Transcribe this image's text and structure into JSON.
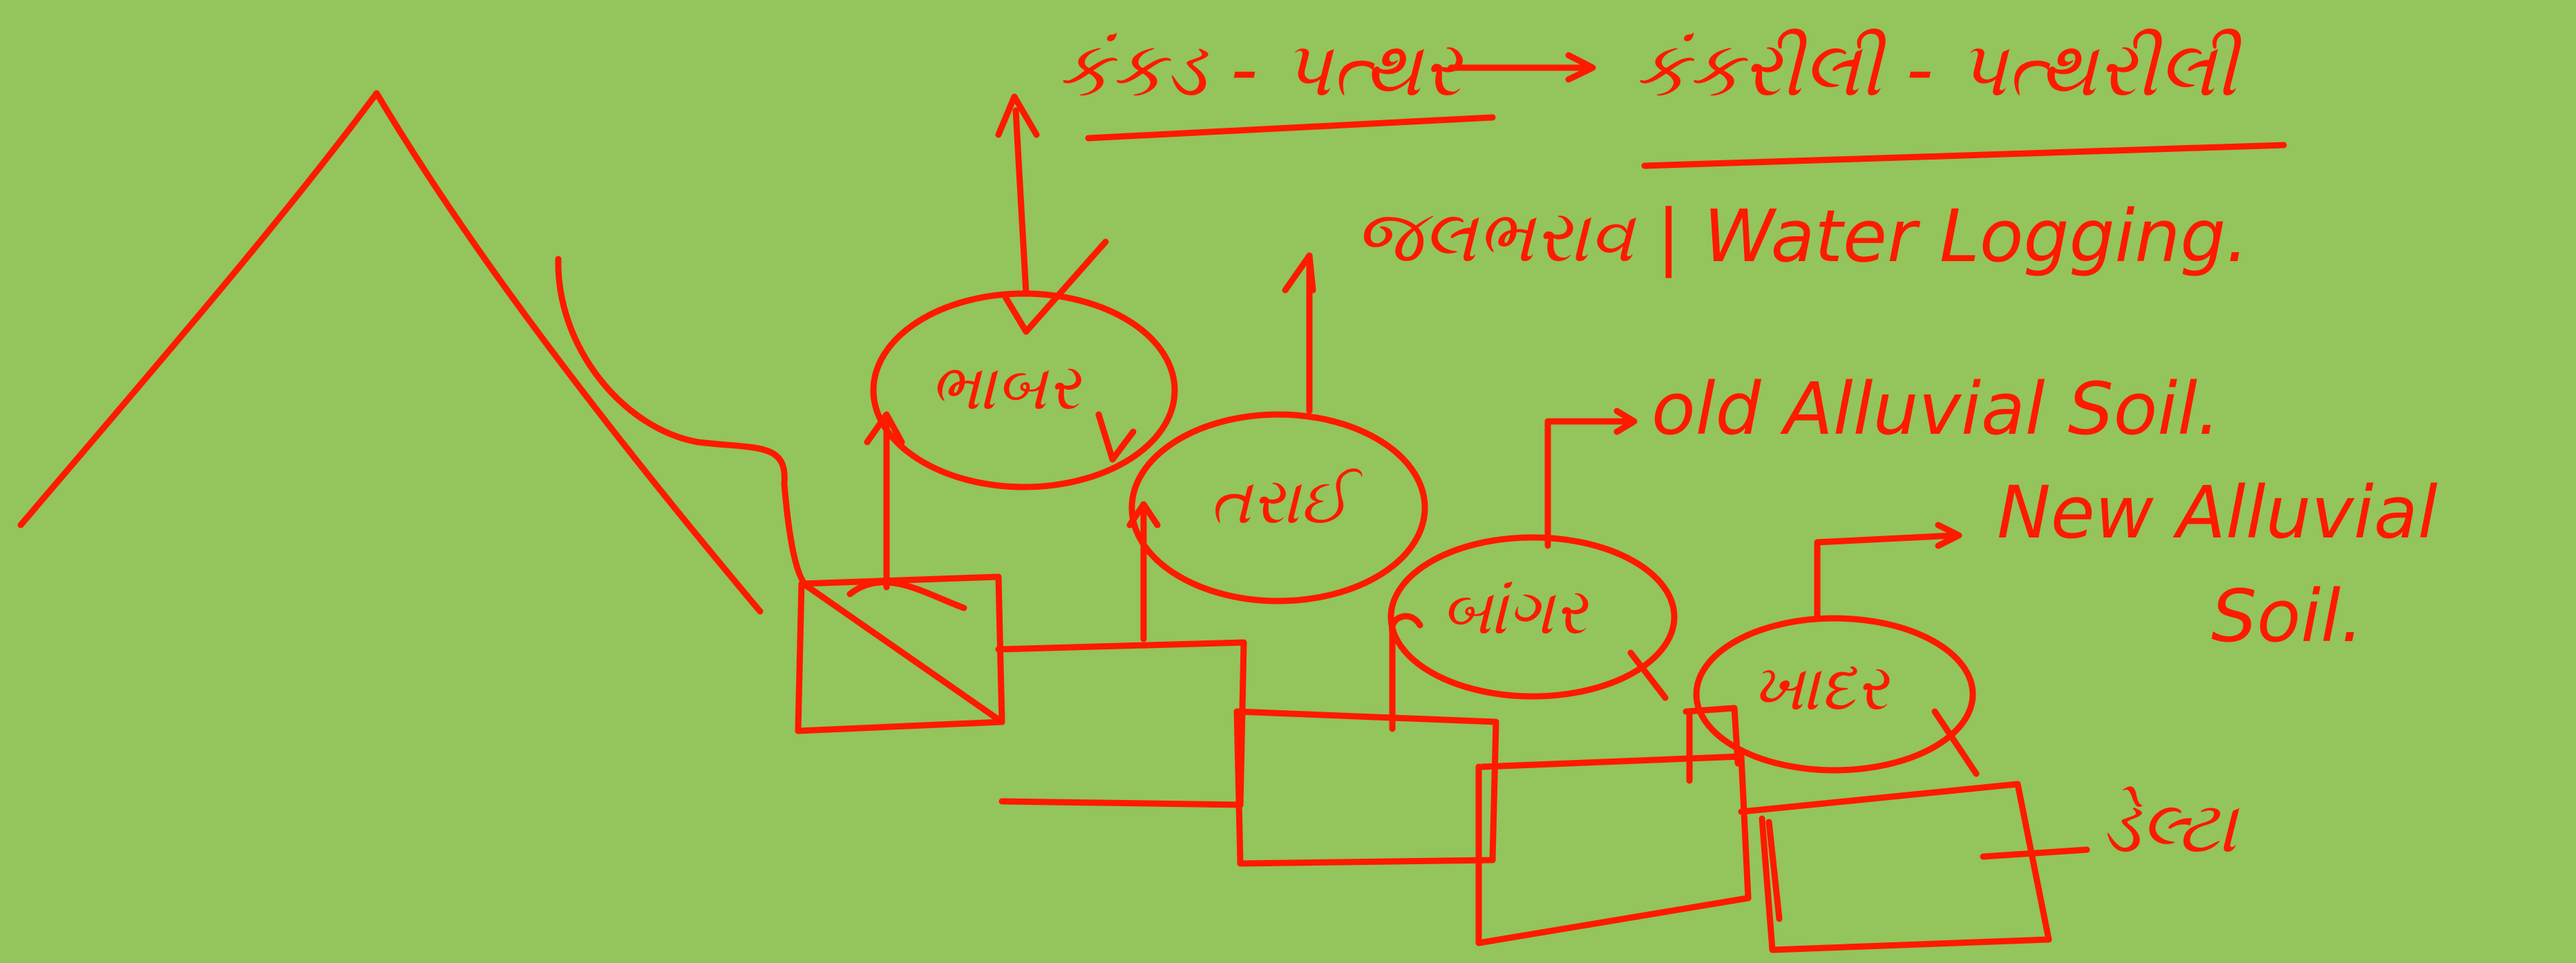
{
  "colors": {
    "background": "#94c45c",
    "ink": "#ff1a00"
  },
  "top": {
    "left_term": "કંકડ - પત્થર",
    "right_term": "કંકરીલી - પત્થરીલી"
  },
  "bubbles": {
    "bhabar": "ભાબર",
    "tarai": "તરાઈ",
    "bangar": "બાંગર",
    "khadar": "ખાદર"
  },
  "notes": {
    "tarai": "જલભરાવ | Water Logging.",
    "bangar": "old Alluvial Soil.",
    "khadar_line1": "New Alluvial",
    "khadar_line2": "Soil.",
    "delta": "ડેલ્ટા"
  }
}
